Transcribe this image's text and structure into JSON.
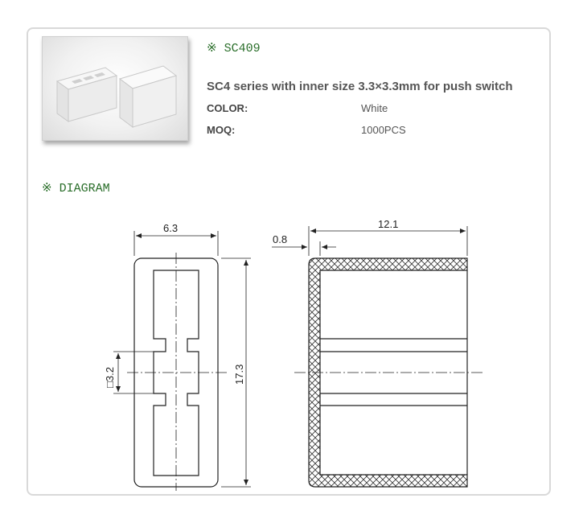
{
  "product": {
    "model_marker": "※",
    "model": "SC409",
    "description": "SC4 series with inner size 3.3×3.3mm for push switch",
    "specs": [
      {
        "label": "COLOR:",
        "value": "White"
      },
      {
        "label": "MOQ:",
        "value": "1000PCS"
      }
    ]
  },
  "diagram": {
    "section_marker": "※",
    "section_title": "DIAGRAM",
    "dimensions": {
      "width": "6.3",
      "height": "17.3",
      "inner": "□3.2",
      "length": "12.1",
      "wall": "0.8"
    }
  },
  "colors": {
    "heading": "#2a6e2a",
    "text": "#555555",
    "line": "#222222"
  }
}
